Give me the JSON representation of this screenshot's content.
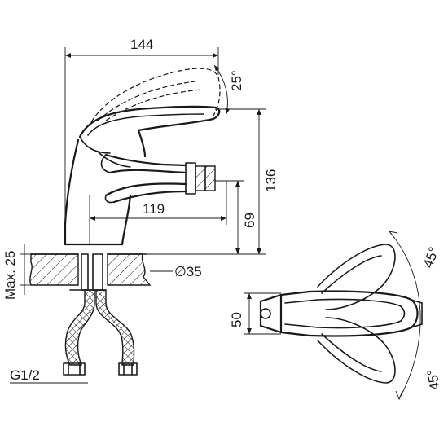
{
  "dimensions": {
    "overall_width": "144",
    "spout_reach": "119",
    "total_height": "136",
    "outlet_height": "69",
    "max_thickness": "Max. 25",
    "hole_diameter": "∅35",
    "connection": "G1/2",
    "body_width": "50",
    "lever_angle_up": "25°",
    "rotation_angle_a": "45°",
    "rotation_angle_b": "45°"
  }
}
